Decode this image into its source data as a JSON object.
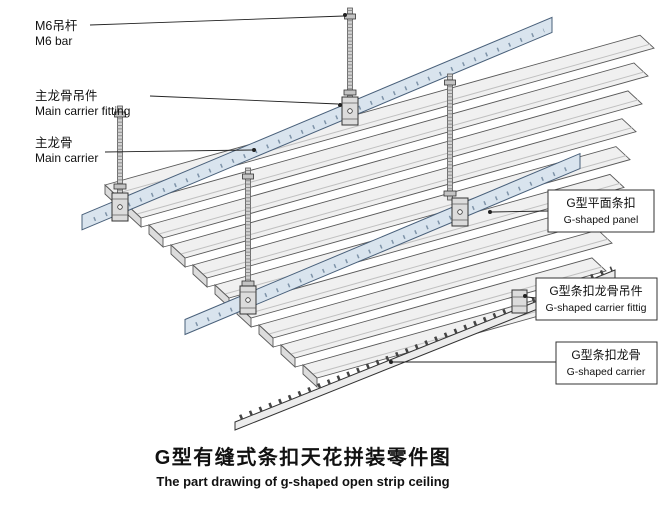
{
  "drawing": {
    "labels": {
      "left": [
        {
          "zh": "M6吊杆",
          "en": "M6 bar"
        },
        {
          "zh": "主龙骨吊件",
          "en": "Main carrier fitting"
        },
        {
          "zh": "主龙骨",
          "en": "Main carrier"
        }
      ],
      "right": [
        {
          "zh": "G型平面条扣",
          "en": "G-shaped panel"
        },
        {
          "zh": "G型条扣龙骨吊件",
          "en": "G-shaped carrier fittig"
        },
        {
          "zh": "G型条扣龙骨",
          "en": "G-shaped carrier"
        }
      ]
    },
    "title": {
      "zh": "G型有缝式条扣天花拼装零件图",
      "en": "The part drawing of g-shaped open strip ceiling"
    },
    "colors": {
      "carrier_fill": "#d9e4ee",
      "strip_fill": "#f0f0f0",
      "line": "#222222"
    }
  }
}
